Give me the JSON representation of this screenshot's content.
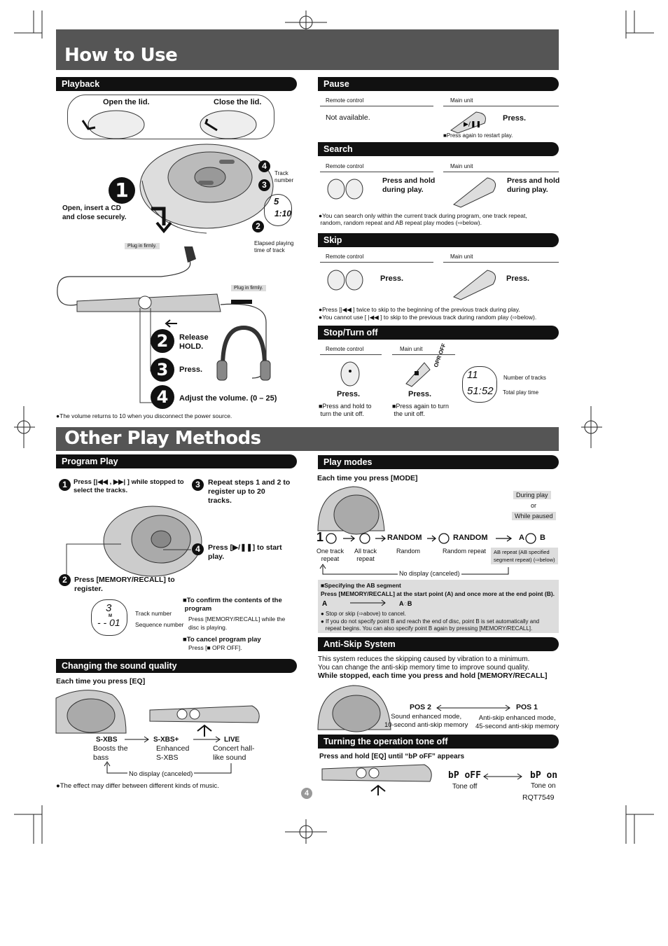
{
  "how_to_use": {
    "title": "How to Use",
    "playback": {
      "heading": "Playback",
      "open_lid": "Open the lid.",
      "close_lid": "Close the lid.",
      "open_insert": "Open, insert a CD\nand close securely.",
      "plug_firmly_1": "Plug in firmly.",
      "plug_firmly_2": "Plug in firmly.",
      "track_number": "Track\nnumber",
      "elapsed": "Elapsed playing\ntime of track",
      "lcd_track": "5",
      "lcd_time": "1:10",
      "step1": "1",
      "step2": "2",
      "step3": "3",
      "step4": "4",
      "release_hold": "Release\nHOLD.",
      "press": "Press.",
      "adjust_volume": "Adjust the volume. (0 – 25)",
      "note": "●The volume returns to 10 when you disconnect the power source."
    },
    "pause": {
      "heading": "Pause",
      "remote": "Remote control",
      "main": "Main unit",
      "not_available": "Not available.",
      "press": "Press.",
      "again": "■Press again to restart play."
    },
    "search": {
      "heading": "Search",
      "remote": "Remote control",
      "main": "Main unit",
      "remote_text": "Press and hold\nduring play.",
      "main_text": "Press and hold\nduring play.",
      "note": "●You can search only within the current track during program, one track repeat,\n random, random repeat and AB repeat play modes (⇨below)."
    },
    "skip": {
      "heading": "Skip",
      "remote": "Remote control",
      "main": "Main unit",
      "remote_text": "Press.",
      "main_text": "Press.",
      "note1": "●Press [|◀◀ ] twice to skip to the beginning of the previous track during play.",
      "note2": "●You cannot use [ |◀◀ ] to skip to the previous track during random play (⇨below)."
    },
    "stop": {
      "heading": "Stop/Turn off",
      "remote": "Remote control",
      "main": "Main unit",
      "opr_off": "OPR OFF",
      "press1": "Press.",
      "press2": "Press.",
      "hold_off": "■Press and hold to\n turn the unit off.",
      "again_off": "■Press again to turn\n the unit off.",
      "lcd_tracks": "11",
      "lcd_time": "51:52",
      "num_tracks": "Number of tracks",
      "total_time": "Total play time"
    }
  },
  "other": {
    "title": "Other Play Methods",
    "program": {
      "heading": "Program Play",
      "s1": "Press [|◀◀ , ▶▶| ] while stopped to\nselect the tracks.",
      "s2": "Press [MEMORY/RECALL] to\nregister.",
      "s3": "Repeat steps 1 and 2 to\nregister up to 20\ntracks.",
      "s4": "Press [▶/❚❚] to start\nplay.",
      "lcd_track": "3",
      "lcd_seq": "- - 01",
      "lcd_m": "M",
      "track_number": "Track number",
      "seq_number": "Sequence number",
      "confirm_head": "■To confirm the contents of the\n program",
      "confirm_text": "Press [MEMORY/RECALL] while the\ndisc is playing.",
      "cancel_head": "■To cancel program play",
      "cancel_text": "Press [■ OPR OFF]."
    },
    "sound": {
      "heading": "Changing the sound quality",
      "each": "Each time you press [EQ]",
      "sxbs": "S-XBS",
      "sxbs_plus": "S-XBS+",
      "live": "LIVE",
      "d1": "Boosts the\nbass",
      "d2": "Enhanced\nS-XBS",
      "d3": "Concert hall-\nlike sound",
      "cancel": "No display (canceled)",
      "note": "●The effect may differ between different kinds of music."
    },
    "modes": {
      "heading": "Play modes",
      "each": "Each time you press [MODE]",
      "during": "During play",
      "or": "or",
      "paused": "While paused",
      "m1": "1",
      "random": "RANDOM",
      "random2": "RANDOM",
      "ab_a": "A",
      "ab_b": "B",
      "l1": "One track\nrepeat",
      "l2": "All track\nrepeat",
      "l3": "Random",
      "l4": "Random repeat",
      "l5": "AB repeat (AB specified\nsegment repeat) (⇨below)",
      "cancel": "No display (canceled)",
      "ab_head": "■Specifying the AB segment",
      "ab_text": "Press [MEMORY/RECALL] at the start point (A) and once more at the end point (B).",
      "ab_n1": "● Stop or skip (⇨above) to cancel.",
      "ab_n2": "● If you do not specify point B and reach the end of disc, point B is set automatically and\n   repeat begins. You can also specify point B again by pressing [MEMORY/RECALL]."
    },
    "antiskip": {
      "heading": "Anti-Skip System",
      "p1": "This system reduces the skipping caused by vibration to a minimum.",
      "p2": "You can change the anti-skip memory time to improve sound quality.",
      "p3": "While stopped, each time you press and hold [MEMORY/RECALL]",
      "pos2": "POS 2",
      "pos1": "POS 1",
      "d2": "Sound enhanced mode,\n10-second anti-skip memory",
      "d1": "Anti-skip enhanced mode,\n45-second anti-skip memory"
    },
    "tone": {
      "heading": "Turning the operation tone off",
      "hold": "Press and hold [EQ] until “bP oFF” appears",
      "off_lcd": "bP oFF",
      "on_lcd": "bP on",
      "off": "Tone off",
      "on": "Tone on"
    }
  },
  "footer": {
    "page": "4",
    "code": "RQT7549"
  }
}
